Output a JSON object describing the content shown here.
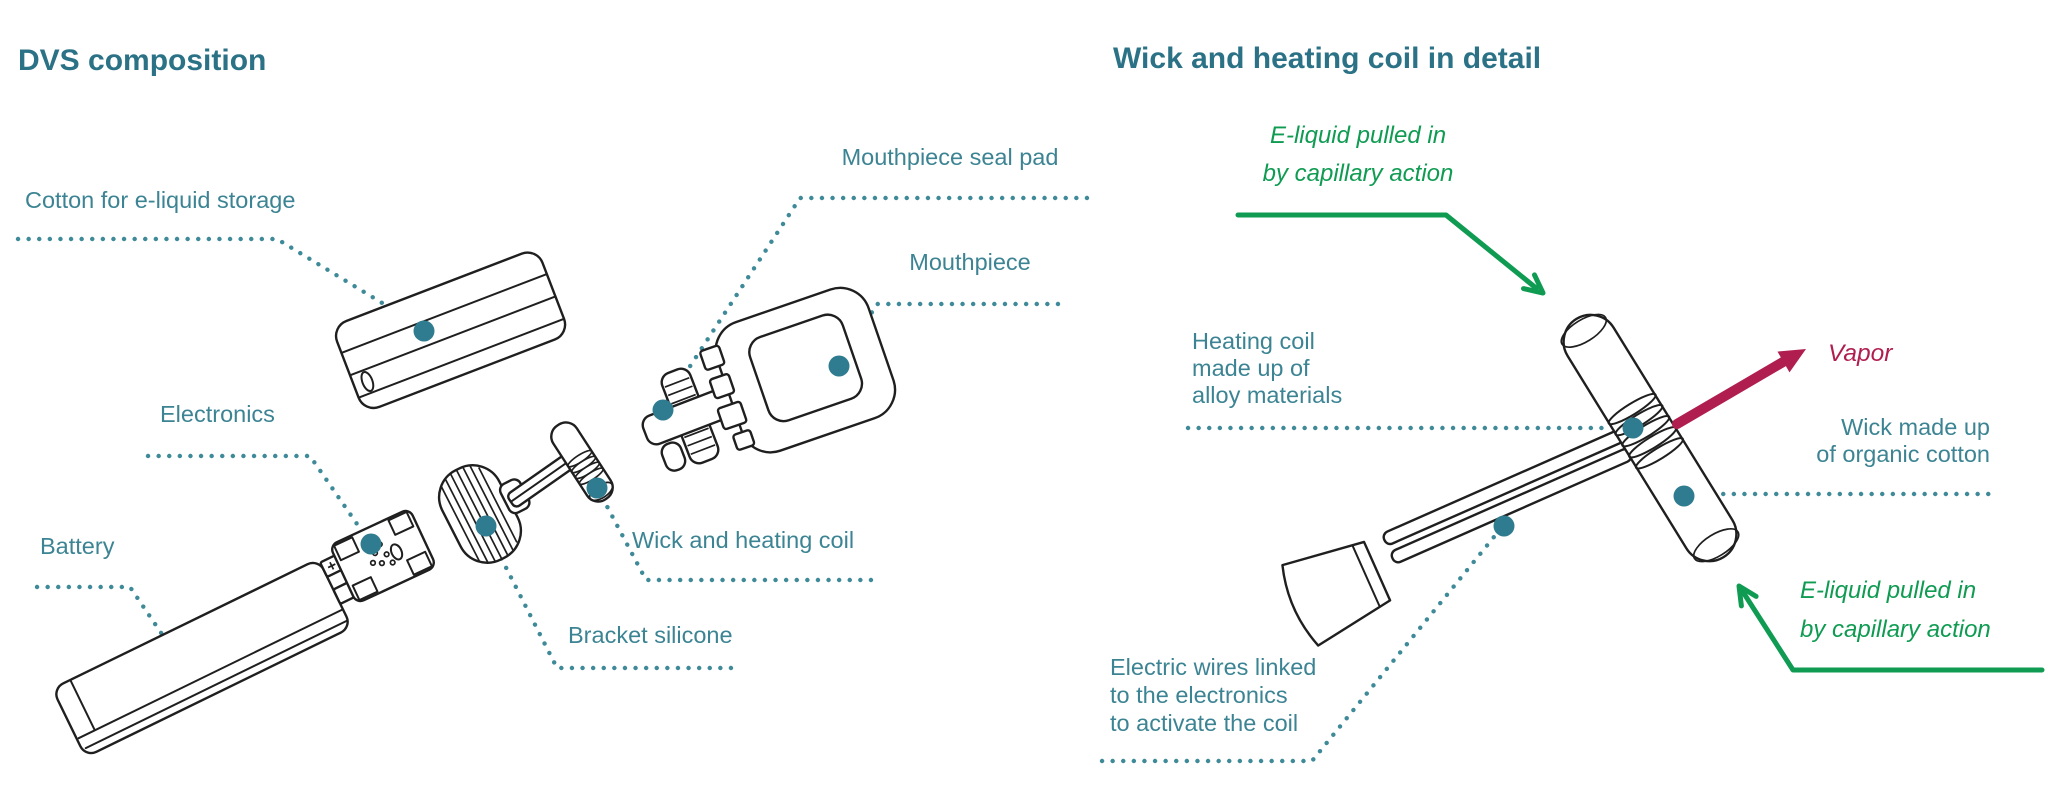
{
  "colors": {
    "teal_title": "#2b7286",
    "teal_label": "#3c8493",
    "teal_dot": "#2f7b8f",
    "green": "#0f9b52",
    "crimson": "#b01e4f",
    "line_art": "#1f1f1f"
  },
  "left": {
    "title": "DVS composition",
    "cotton": "Cotton for e-liquid storage",
    "seal_pad": "Mouthpiece seal pad",
    "mouthpiece": "Mouthpiece",
    "electronics": "Electronics",
    "battery": "Battery",
    "wick_coil": "Wick and heating coil",
    "bracket": "Bracket silicone"
  },
  "right": {
    "title": "Wick and heating coil in detail",
    "eliquid_top": {
      "line1": "E-liquid pulled in",
      "line2": "by capillary action"
    },
    "heating_coil": {
      "line1": "Heating coil",
      "line2": "made up of",
      "line3": "alloy materials"
    },
    "vapor": "Vapor",
    "wick": {
      "line1": "Wick made up",
      "line2": "of organic cotton"
    },
    "eliquid_bottom": {
      "line1": "E-liquid pulled in",
      "line2": "by capillary action"
    },
    "wires": {
      "line1": "Electric wires linked",
      "line2": "to the electronics",
      "line3": "to activate the coil"
    }
  }
}
